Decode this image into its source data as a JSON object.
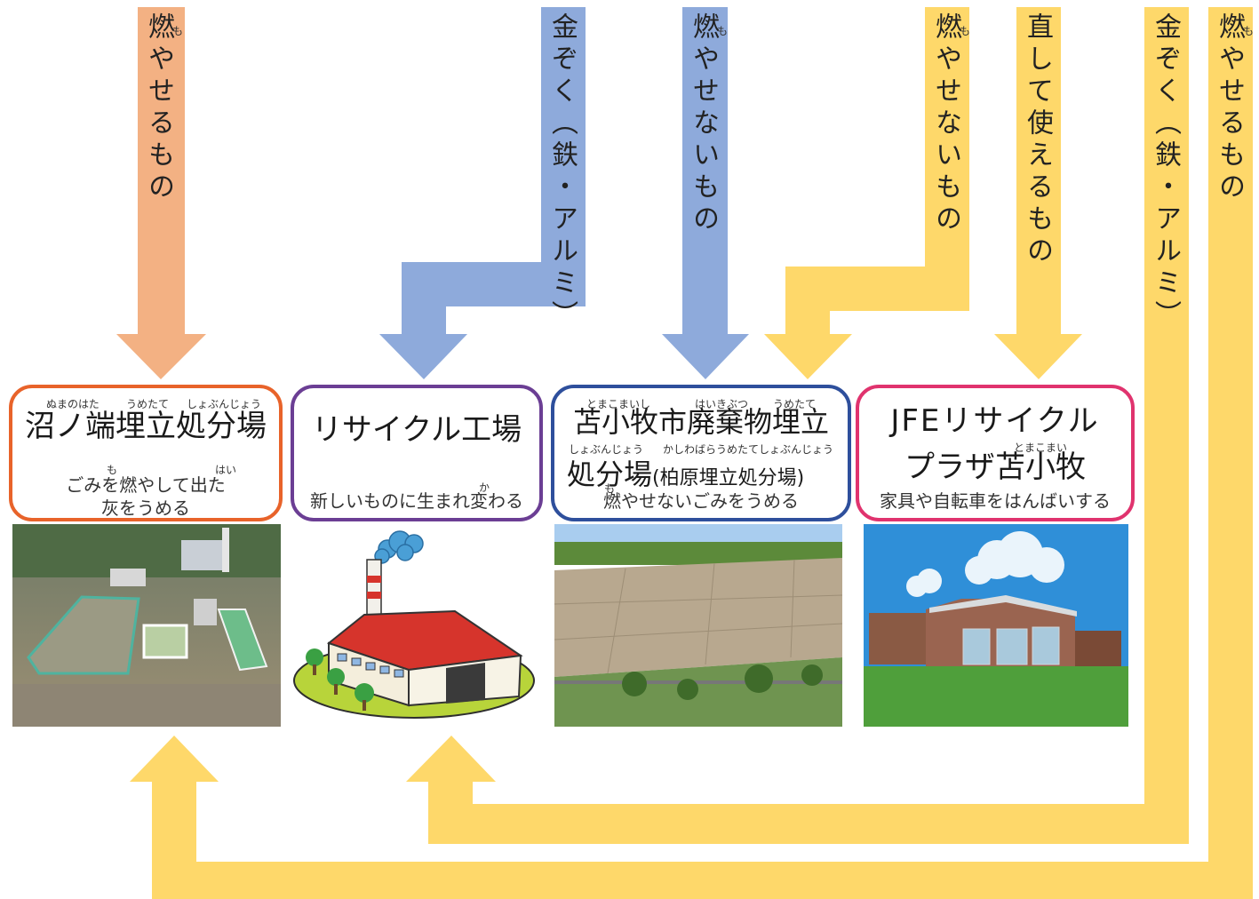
{
  "colors": {
    "burnable": "#f3b183",
    "metal_center": "#8eaadb",
    "nonburn_center": "#8eaadb",
    "yellow": "#fed86a",
    "box_numanohata": "#e8632a",
    "box_recycle": "#6b3e94",
    "box_landfill": "#2e4f9c",
    "box_jfe": "#e0336e"
  },
  "flows": [
    {
      "label": "燃やせるもの",
      "ruby": "も"
    },
    {
      "label": "金ぞく（鉄・アルミ）"
    },
    {
      "label": "燃やせないもの",
      "ruby": "も"
    },
    {
      "label": "燃やせないもの",
      "ruby": "も"
    },
    {
      "label": "直して使えるもの"
    },
    {
      "label": "金ぞく（鉄・アルミ）"
    },
    {
      "label": "燃やせるもの",
      "ruby": "も"
    }
  ],
  "facilities": [
    {
      "title": "沼ノ端埋立処分場",
      "ruby": [
        "ぬまのはた",
        "うめたて",
        "しょぶんじょう"
      ],
      "desc": "ごみを燃やして出た灰をうめる",
      "desc_ruby": [
        "も",
        "はい"
      ],
      "photo": "aerial-landfill-photo"
    },
    {
      "title": "リサイクル工場",
      "desc": "新しいものに生まれ変わる",
      "desc_ruby": [
        "か"
      ],
      "photo": "factory-illustration"
    },
    {
      "title_line1": "苫小牧市廃棄物埋立",
      "title_line2": "処分場",
      "title_sub": "(柏原埋立処分場)",
      "ruby": [
        "とまこまいし",
        "はいきぶつ",
        "うめたて"
      ],
      "ruby2": [
        "しょぶんじょう",
        "かしわばらうめたてしょぶんじょう"
      ],
      "desc": "燃やせないごみをうめる",
      "desc_ruby": [
        "も"
      ],
      "photo": "landfill-site-photo"
    },
    {
      "title_line1": "JFEリサイクル",
      "title_line2": "プラザ苫小牧",
      "ruby": [
        "とまこまい"
      ],
      "desc": "家具や自転車をはんばいする",
      "photo": "recycle-plaza-building-photo"
    }
  ]
}
